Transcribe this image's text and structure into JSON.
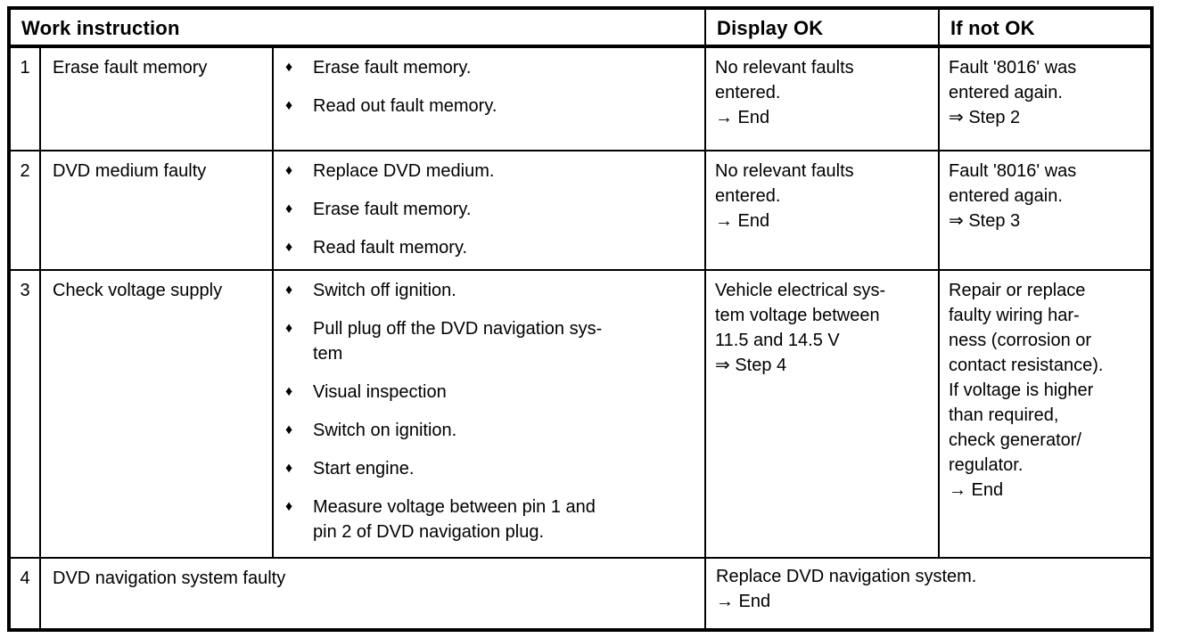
{
  "page": {
    "background_color": "#ffffff",
    "text_color": "#000000",
    "border_color": "#000000"
  },
  "glyphs": {
    "bullet": "♦"
  },
  "table": {
    "header": {
      "work_instruction": "Work instruction",
      "display_ok": "Display OK",
      "if_not_ok": "If not OK"
    },
    "rows": [
      {
        "num": "1",
        "title": "Erase fault memory",
        "steps": [
          "Erase fault memory.",
          "Read out fault memory."
        ],
        "display_ok": "No relevant faults\nentered.\n→ End",
        "if_not_ok": "Fault '8016' was\nentered again.\n⇒ Step 2"
      },
      {
        "num": "2",
        "title": "DVD medium faulty",
        "steps": [
          "Replace DVD medium.",
          "Erase fault memory.",
          "Read fault memory."
        ],
        "display_ok": "No relevant faults\nentered.\n→ End",
        "if_not_ok": "Fault '8016' was\nentered again.\n⇒ Step 3"
      },
      {
        "num": "3",
        "title": "Check voltage supply",
        "steps": [
          "Switch off ignition.",
          "Pull plug off the DVD navigation sys-\ntem",
          "Visual inspection",
          "Switch on ignition.",
          "Start engine.",
          "Measure voltage between pin 1 and\npin 2 of DVD navigation plug."
        ],
        "display_ok": "Vehicle electrical sys-\ntem voltage between\n11.5 and 14.5 V\n⇒ Step 4",
        "if_not_ok": "Repair or replace\nfaulty wiring har-\nness (corrosion or\ncontact resistance).\nIf voltage is higher\nthan required,\ncheck generator/\nregulator.\n→ End"
      },
      {
        "num": "4",
        "title": "DVD navigation system faulty",
        "result": "Replace DVD navigation system.\n→ End"
      }
    ]
  }
}
